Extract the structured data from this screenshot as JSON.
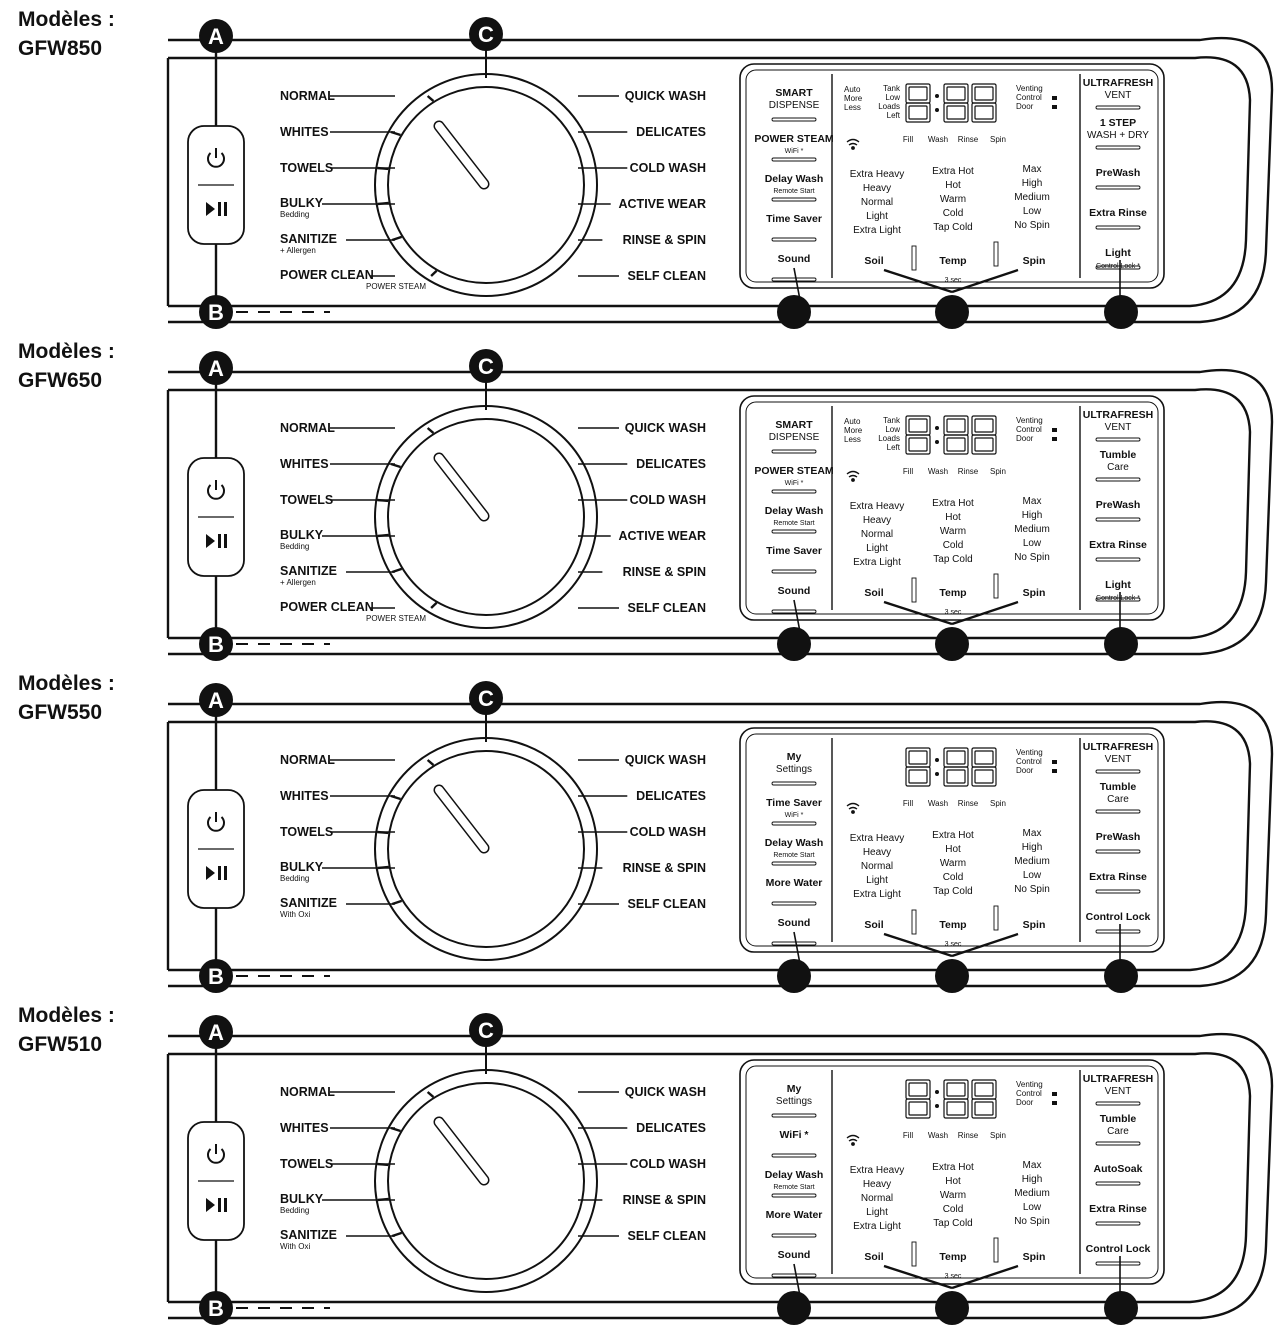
{
  "callouts": {
    "a": "A",
    "b": "B",
    "c": "C"
  },
  "colors": {
    "ink": "#111111",
    "panel_bg": "#ffffff",
    "callout_fill": "#111111"
  },
  "icons": [
    "power-icon",
    "play-pause-icon",
    "wifi-icon",
    "lock-icon"
  ],
  "panels": [
    {
      "label_line1": "Modèles :",
      "label_line2": "GFW850",
      "buttons": [
        "power-icon",
        "play-pause-icon"
      ],
      "left_programs": [
        {
          "name": "NORMAL",
          "sub": ""
        },
        {
          "name": "WHITES",
          "sub": ""
        },
        {
          "name": "TOWELS",
          "sub": ""
        },
        {
          "name": "BULKY",
          "sub": "Bedding"
        },
        {
          "name": "SANITIZE",
          "sub": "+ Allergen"
        },
        {
          "name": "POWER CLEAN",
          "sub": "POWER STEAM"
        }
      ],
      "right_programs": [
        "QUICK WASH",
        "DELICATES",
        "COLD WASH",
        "ACTIVE WEAR",
        "RINSE & SPIN",
        "SELF CLEAN"
      ],
      "left_options": [
        {
          "l1": "SMART",
          "l2": "DISPENSE",
          "sub": ""
        },
        {
          "l1": "POWER STEAM",
          "l2": "",
          "sub": "WiFi *"
        },
        {
          "l1": "Delay Wash",
          "l2": "",
          "sub": "Remote Start"
        },
        {
          "l1": "Time Saver",
          "l2": "",
          "sub": ""
        },
        {
          "l1": "Sound",
          "l2": "",
          "sub": ""
        }
      ],
      "right_options": [
        {
          "l1": "ULTRAFRESH",
          "l2": "VENT",
          "sub": ""
        },
        {
          "l1": "1 STEP",
          "l2": "WASH + DRY",
          "sub": ""
        },
        {
          "l1": "PreWash",
          "l2": "",
          "sub": ""
        },
        {
          "l1": "Extra Rinse",
          "l2": "",
          "sub": ""
        },
        {
          "l1": "Light",
          "l2": "",
          "sub": "Control Lock *"
        }
      ],
      "status_left": [
        "Auto",
        "More",
        "Less"
      ],
      "tank_status": [
        "Tank",
        "Low",
        "Loads",
        "Left"
      ],
      "time_display": "8:88",
      "venting": [
        "Venting",
        "Control",
        "Door"
      ],
      "stages": [
        "Fill",
        "Wash",
        "Rinse",
        "Spin"
      ],
      "soil_levels": [
        "Extra Heavy",
        "Heavy",
        "Normal",
        "Light",
        "Extra Light"
      ],
      "temp_levels": [
        "Extra Hot",
        "Hot",
        "Warm",
        "Cold",
        "Tap Cold"
      ],
      "spin_levels": [
        "Max",
        "High",
        "Medium",
        "Low",
        "No Spin"
      ],
      "selectors": [
        "Soil",
        "Temp",
        "Spin"
      ],
      "hold_note": "3 sec"
    },
    {
      "label_line1": "Modèles :",
      "label_line2": "GFW650",
      "buttons": [
        "power-icon",
        "play-pause-icon"
      ],
      "left_programs": [
        {
          "name": "NORMAL",
          "sub": ""
        },
        {
          "name": "WHITES",
          "sub": ""
        },
        {
          "name": "TOWELS",
          "sub": ""
        },
        {
          "name": "BULKY",
          "sub": "Bedding"
        },
        {
          "name": "SANITIZE",
          "sub": "+ Allergen"
        },
        {
          "name": "POWER CLEAN",
          "sub": "POWER STEAM"
        }
      ],
      "right_programs": [
        "QUICK WASH",
        "DELICATES",
        "COLD WASH",
        "ACTIVE WEAR",
        "RINSE & SPIN",
        "SELF CLEAN"
      ],
      "left_options": [
        {
          "l1": "SMART",
          "l2": "DISPENSE",
          "sub": ""
        },
        {
          "l1": "POWER STEAM",
          "l2": "",
          "sub": "WiFi *"
        },
        {
          "l1": "Delay Wash",
          "l2": "",
          "sub": "Remote Start"
        },
        {
          "l1": "Time Saver",
          "l2": "",
          "sub": ""
        },
        {
          "l1": "Sound",
          "l2": "",
          "sub": ""
        }
      ],
      "right_options": [
        {
          "l1": "ULTRAFRESH",
          "l2": "VENT",
          "sub": ""
        },
        {
          "l1": "Tumble",
          "l2": "Care",
          "sub": ""
        },
        {
          "l1": "PreWash",
          "l2": "",
          "sub": ""
        },
        {
          "l1": "Extra Rinse",
          "l2": "",
          "sub": ""
        },
        {
          "l1": "Light",
          "l2": "",
          "sub": "Control Lock *"
        }
      ],
      "status_left": [
        "Auto",
        "More",
        "Less"
      ],
      "tank_status": [
        "Tank",
        "Low",
        "Loads",
        "Left"
      ],
      "time_display": "8:88",
      "venting": [
        "Venting",
        "Control",
        "Door"
      ],
      "stages": [
        "Fill",
        "Wash",
        "Rinse",
        "Spin"
      ],
      "soil_levels": [
        "Extra Heavy",
        "Heavy",
        "Normal",
        "Light",
        "Extra Light"
      ],
      "temp_levels": [
        "Extra Hot",
        "Hot",
        "Warm",
        "Cold",
        "Tap Cold"
      ],
      "spin_levels": [
        "Max",
        "High",
        "Medium",
        "Low",
        "No Spin"
      ],
      "selectors": [
        "Soil",
        "Temp",
        "Spin"
      ],
      "hold_note": "3 sec"
    },
    {
      "label_line1": "Modèles :",
      "label_line2": "GFW550",
      "buttons": [
        "power-icon",
        "play-pause-icon"
      ],
      "left_programs": [
        {
          "name": "NORMAL",
          "sub": ""
        },
        {
          "name": "WHITES",
          "sub": ""
        },
        {
          "name": "TOWELS",
          "sub": ""
        },
        {
          "name": "BULKY",
          "sub": "Bedding"
        },
        {
          "name": "SANITIZE",
          "sub": "With Oxi"
        }
      ],
      "right_programs": [
        "QUICK WASH",
        "DELICATES",
        "COLD WASH",
        "RINSE & SPIN",
        "SELF CLEAN"
      ],
      "left_options": [
        {
          "l1": "My",
          "l2": "Settings",
          "sub": ""
        },
        {
          "l1": "Time Saver",
          "l2": "",
          "sub": "WiFi *"
        },
        {
          "l1": "Delay Wash",
          "l2": "",
          "sub": "Remote Start"
        },
        {
          "l1": "More Water",
          "l2": "",
          "sub": ""
        },
        {
          "l1": "Sound",
          "l2": "",
          "sub": ""
        }
      ],
      "right_options": [
        {
          "l1": "ULTRAFRESH",
          "l2": "VENT",
          "sub": ""
        },
        {
          "l1": "Tumble",
          "l2": "Care",
          "sub": ""
        },
        {
          "l1": "PreWash",
          "l2": "",
          "sub": ""
        },
        {
          "l1": "Extra Rinse",
          "l2": "",
          "sub": ""
        },
        {
          "l1": "Control Lock",
          "l2": "",
          "sub": ""
        }
      ],
      "status_left": [],
      "tank_status": [],
      "time_display": "8:88",
      "venting": [
        "Venting",
        "Control",
        "Door"
      ],
      "stages": [
        "Fill",
        "Wash",
        "Rinse",
        "Spin"
      ],
      "soil_levels": [
        "Extra Heavy",
        "Heavy",
        "Normal",
        "Light",
        "Extra Light"
      ],
      "temp_levels": [
        "Extra Hot",
        "Hot",
        "Warm",
        "Cold",
        "Tap Cold"
      ],
      "spin_levels": [
        "Max",
        "High",
        "Medium",
        "Low",
        "No Spin"
      ],
      "selectors": [
        "Soil",
        "Temp",
        "Spin"
      ],
      "hold_note": "3 sec"
    },
    {
      "label_line1": "Modèles :",
      "label_line2": "GFW510",
      "buttons": [
        "power-icon",
        "play-pause-icon"
      ],
      "left_programs": [
        {
          "name": "NORMAL",
          "sub": ""
        },
        {
          "name": "WHITES",
          "sub": ""
        },
        {
          "name": "TOWELS",
          "sub": ""
        },
        {
          "name": "BULKY",
          "sub": "Bedding"
        },
        {
          "name": "SANITIZE",
          "sub": "With Oxi"
        }
      ],
      "right_programs": [
        "QUICK WASH",
        "DELICATES",
        "COLD WASH",
        "RINSE & SPIN",
        "SELF CLEAN"
      ],
      "left_options": [
        {
          "l1": "My",
          "l2": "Settings",
          "sub": ""
        },
        {
          "l1": "WiFi *",
          "l2": "",
          "sub": ""
        },
        {
          "l1": "Delay Wash",
          "l2": "",
          "sub": "Remote Start"
        },
        {
          "l1": "More Water",
          "l2": "",
          "sub": ""
        },
        {
          "l1": "Sound",
          "l2": "",
          "sub": ""
        }
      ],
      "right_options": [
        {
          "l1": "ULTRAFRESH",
          "l2": "VENT",
          "sub": ""
        },
        {
          "l1": "Tumble",
          "l2": "Care",
          "sub": ""
        },
        {
          "l1": "AutoSoak",
          "l2": "",
          "sub": ""
        },
        {
          "l1": "Extra Rinse",
          "l2": "",
          "sub": ""
        },
        {
          "l1": "Control Lock",
          "l2": "",
          "sub": ""
        }
      ],
      "status_left": [],
      "tank_status": [],
      "time_display": "8:88",
      "venting": [
        "Venting",
        "Control",
        "Door"
      ],
      "stages": [
        "Fill",
        "Wash",
        "Rinse",
        "Spin"
      ],
      "soil_levels": [
        "Extra Heavy",
        "Heavy",
        "Normal",
        "Light",
        "Extra Light"
      ],
      "temp_levels": [
        "Extra Hot",
        "Hot",
        "Warm",
        "Cold",
        "Tap Cold"
      ],
      "spin_levels": [
        "Max",
        "High",
        "Medium",
        "Low",
        "No Spin"
      ],
      "selectors": [
        "Soil",
        "Temp",
        "Spin"
      ],
      "hold_note": "3 sec"
    }
  ]
}
